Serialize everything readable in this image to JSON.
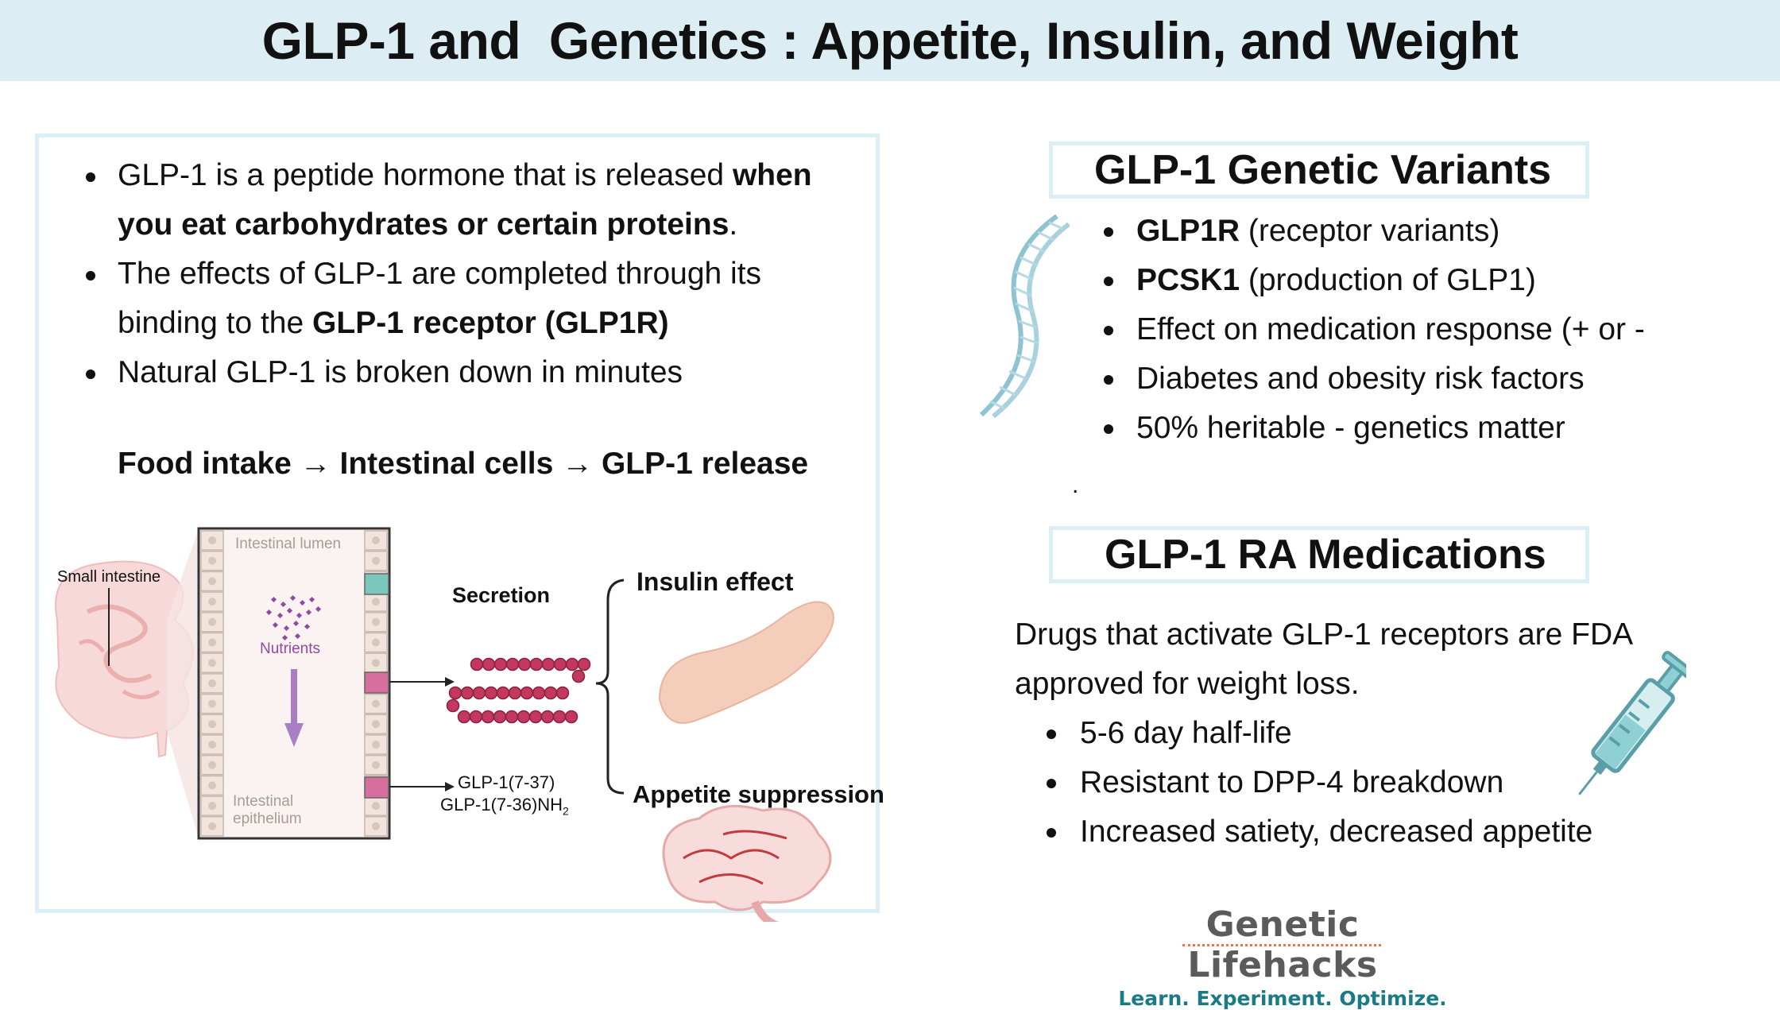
{
  "title": "GLP-1 and  Genetics : Appetite, Insulin, and Weight",
  "left_panel": {
    "bullet1": {
      "text": "GLP-1 is a peptide hormone that is released ",
      "bold": "when you eat carbohydrates or certain proteins",
      "tail": "."
    },
    "bullet2": {
      "text": "The effects of GLP-1 are completed through its binding to the ",
      "bold": "GLP-1 receptor (GLP1R)"
    },
    "bullet3": {
      "text": "Natural GLP-1 is broken down in minutes"
    },
    "flow": "Food intake → Intestinal cells → GLP-1 release"
  },
  "diagram": {
    "small_intestine": "Small intestine",
    "intestinal_lumen": "Intestinal lumen",
    "nutrients": "Nutrients",
    "intestinal_epithelium_1": "Intestinal",
    "intestinal_epithelium_2": "epithelium",
    "secretion": "Secretion",
    "insulin_effect": "Insulin effect",
    "appetite_suppression": "Appetite suppression",
    "glp1_737": "GLP-1(7-37)",
    "glp1_736": "GLP-1(7-36)NH",
    "glp1_736_sub": "2"
  },
  "variants": {
    "heading": "GLP-1 Genetic Variants",
    "items": [
      {
        "bold": "GLP1R",
        "text": " (receptor variants)"
      },
      {
        "bold": "PCSK1",
        "text": " (production of GLP1)"
      },
      {
        "bold": "",
        "text": "Effect on medication response (+ or -"
      },
      {
        "bold": "",
        "text": "Diabetes and obesity risk factors"
      },
      {
        "bold": "",
        "text": "50% heritable - genetics matter"
      }
    ],
    "stray_dot": "."
  },
  "medications": {
    "heading": "GLP-1 RA Medications",
    "intro": "Drugs that activate GLP-1 receptors are FDA approved for weight loss.",
    "items": [
      "5-6 day half-life",
      "Resistant to DPP-4 breakdown",
      "Increased satiety, decreased appetite"
    ]
  },
  "logo": {
    "name": "Genetic Lifehacks",
    "tagline": "Learn. Experiment. Optimize."
  },
  "colors": {
    "title_bg": "#dcedf4",
    "panel_border": "#dceef6",
    "peptide": "#c2385e",
    "nutrients": "#8f4aa4",
    "logo_teal": "#1a7a85",
    "logo_gray": "#5b5b5b"
  },
  "icons": [
    "dna-icon",
    "syringe-icon",
    "intestine-illustration",
    "pancreas-illustration",
    "brain-illustration"
  ]
}
